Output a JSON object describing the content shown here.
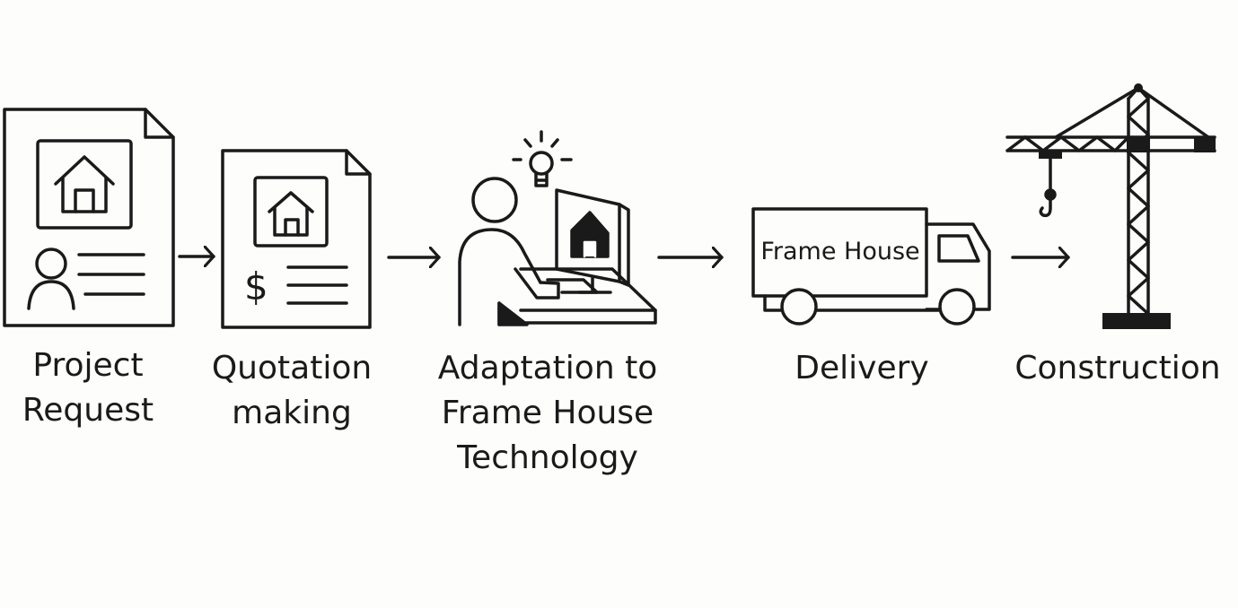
{
  "steps": [
    {
      "label": "Project\nRequest",
      "icon": "document-house-person-icon"
    },
    {
      "label": "Quotation\nmaking",
      "icon": "document-house-dollar-icon"
    },
    {
      "label": "Adaptation to\nFrame House\nTechnology",
      "icon": "designer-computer-icon"
    },
    {
      "label": "Delivery",
      "icon": "delivery-truck-icon"
    },
    {
      "label": "Construction",
      "icon": "tower-crane-icon"
    }
  ],
  "truck": {
    "text": "Frame House"
  },
  "dollar_sign": "$",
  "colors": {
    "line": "#1a1a1a",
    "background": "#fdfdfc"
  }
}
